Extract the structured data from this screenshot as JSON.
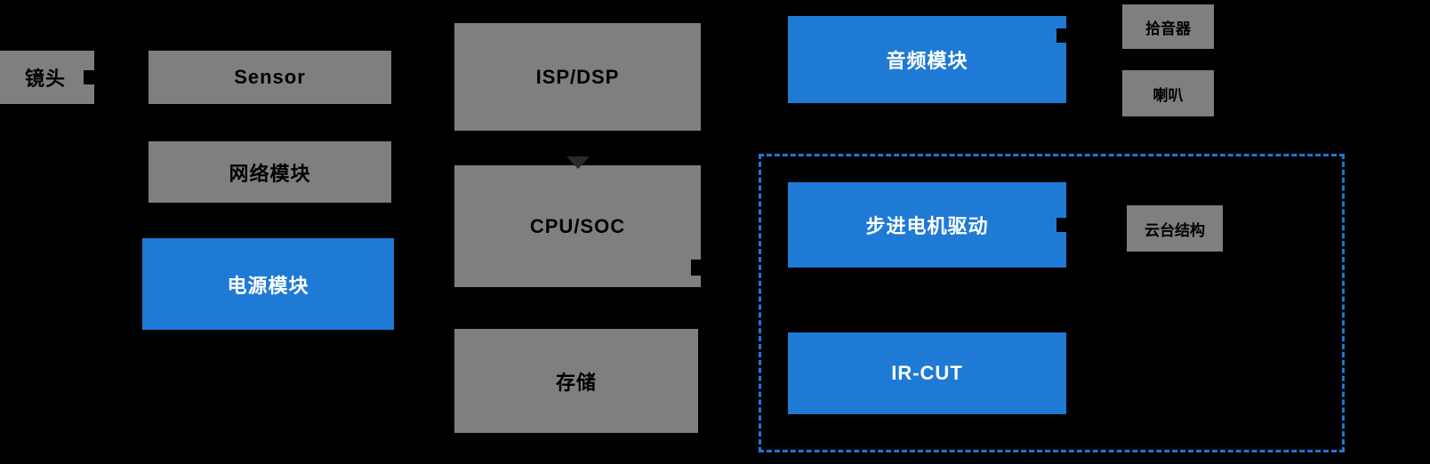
{
  "diagram": {
    "description": "IP camera hardware block diagram",
    "colors": {
      "gray": "#7F7F7F",
      "blue": "#1E7AD4",
      "background": "#000000",
      "dashed": "#2176D9"
    },
    "nodes": [
      {
        "id": "lens",
        "label": "镜头",
        "style": "gray"
      },
      {
        "id": "sensor",
        "label": "Sensor",
        "style": "gray"
      },
      {
        "id": "network",
        "label": "网络模块",
        "style": "gray"
      },
      {
        "id": "power",
        "label": "电源模块",
        "style": "blue"
      },
      {
        "id": "isp",
        "label": "ISP/DSP",
        "style": "gray"
      },
      {
        "id": "cpu",
        "label": "CPU/SOC",
        "style": "gray"
      },
      {
        "id": "storage",
        "label": "存储",
        "style": "gray"
      },
      {
        "id": "audio",
        "label": "音频模块",
        "style": "blue"
      },
      {
        "id": "mic",
        "label": "拾音器",
        "style": "gray"
      },
      {
        "id": "speaker",
        "label": "喇叭",
        "style": "gray"
      },
      {
        "id": "stepper",
        "label": "步进电机驱动",
        "style": "blue"
      },
      {
        "id": "gimbal",
        "label": "云台结构",
        "style": "gray"
      },
      {
        "id": "ircut",
        "label": "IR-CUT",
        "style": "blue"
      }
    ],
    "groups": [
      {
        "id": "ptz-group",
        "members": [
          "stepper",
          "gimbal",
          "ircut"
        ],
        "border": "dashed-blue"
      }
    ]
  }
}
